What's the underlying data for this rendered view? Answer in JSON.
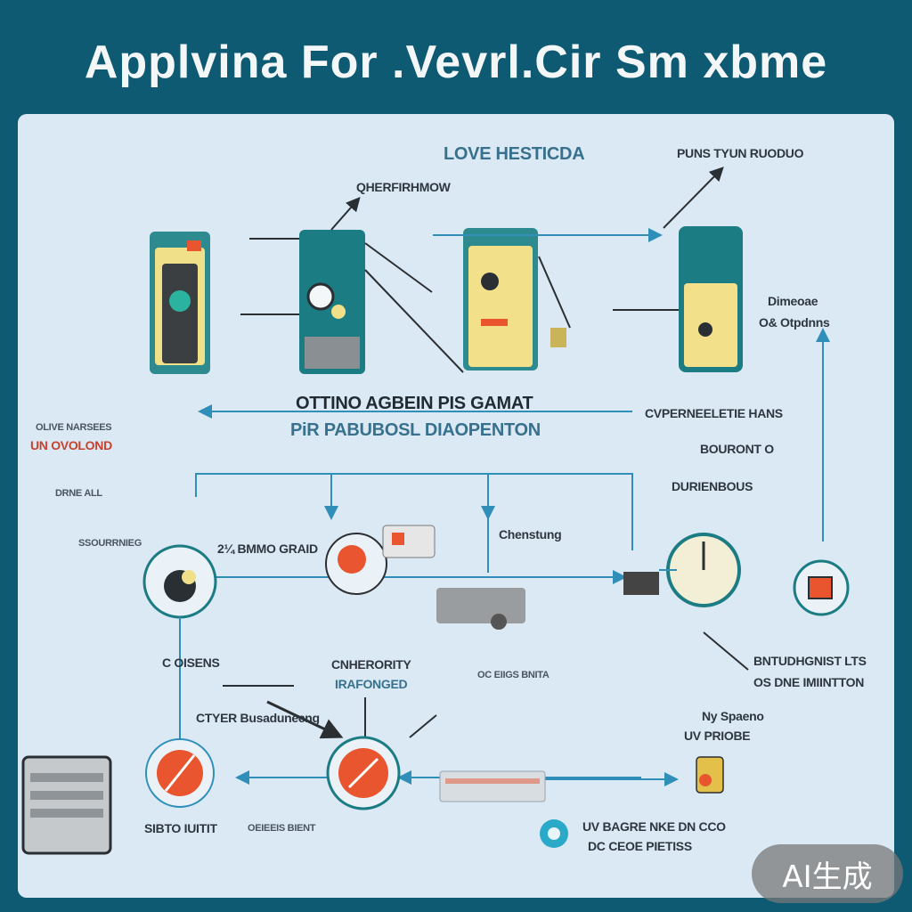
{
  "title": "Applvina For .Vevrl.Cir Sm xbme",
  "labels": {
    "top_center": "LOVE HESTICDA",
    "top_center_small": "QHERFIRHMOW",
    "top_right": "PUNS TYUN RUODUO",
    "right_upper_1": "Dimeoae",
    "right_upper_2": "O& Otpdnns",
    "mid_center_1": "OTTINO AGBEIN PIS GAMAT",
    "mid_center_2": "PiR PABUBOSL DIAOPENTON",
    "mid_right_1": "CVPERNEELETIE HANS",
    "mid_right_2": "BOURONT O",
    "mid_right_3": "DURIENBOUS",
    "left_red": "UN OVOLOND",
    "left_mid_1": "OLIVE NARSEES",
    "left_mid_2": "DRNE ALL",
    "left_node": "SSOURRNIEG",
    "center_flow": "2¼ BMMO GRAID",
    "center_right": "Chenstung",
    "lower_left": "C OISENS",
    "lower_center_1": "CNHERORITY",
    "lower_center_2": "IRAFONGED",
    "lower_center_small": "OC EIIGS BNITA",
    "lower_right_1": "BNTUDHGNIST LTS",
    "lower_right_2": "OS DNE IMIINTTON",
    "bottom_left_lbl": "CTYER Busaduneeng",
    "bottom_right_1": "Ny Spaeno",
    "bottom_right_2": "UV PRIOBE",
    "bottom_1": "SIBTO IUITIT",
    "bottom_2": "OEIEEIS BIENT",
    "bottom_3": "UV BAGRE NKE DN CCO",
    "bottom_4": "DC CEOE PIETISS"
  },
  "watermark": "AI生成",
  "colors": {
    "background": "#0e5a73",
    "panel": "#dbe9f4",
    "teal": "#1d7f86",
    "yellow": "#f2e08a",
    "orange": "#e8552f",
    "line": "#2f8fb8"
  }
}
